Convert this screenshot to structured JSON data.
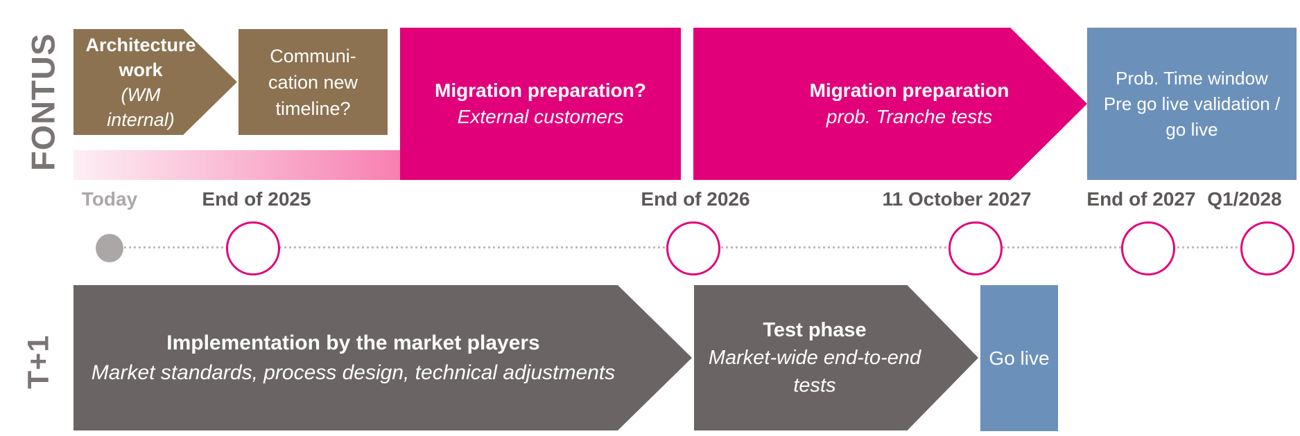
{
  "colors": {
    "magenta": "#E2007A",
    "brown": "#8C7250",
    "steel_blue": "#6B90BA",
    "gray_shape": "#6A6464",
    "lane_label_gray": "#7A7474",
    "milestone_label_gray": "#5C5858",
    "today_gray": "#ACA7A7",
    "gradient_start": "#FDEFF5",
    "gradient_end": "#F77FB1"
  },
  "lanes": {
    "top": "FONTUS",
    "bottom": "T+1"
  },
  "fontus_lane": {
    "architecture": {
      "title": "Architecture\nwork",
      "subtitle": "(WM\ninternal)"
    },
    "communication": {
      "text": "Communi-\ncation new\ntimeline?"
    },
    "migration_prep_1": {
      "title": "Migration preparation?",
      "subtitle": "External customers"
    },
    "migration_prep_2": {
      "title": "Migration preparation",
      "subtitle": "prob. Tranche tests"
    },
    "time_window": {
      "text": "Prob. Time window\nPre go live validation /\ngo live"
    }
  },
  "timeline": {
    "milestones": [
      {
        "label": "Today"
      },
      {
        "label": "End of 2025"
      },
      {
        "label": "End of 2026"
      },
      {
        "label": "11 October 2027"
      },
      {
        "label": "End of 2027"
      },
      {
        "label": "Q1/2028"
      }
    ]
  },
  "t1_lane": {
    "implementation": {
      "title": "Implementation by the market players",
      "subtitle": "Market standards, process design, technical adjustments"
    },
    "test_phase": {
      "title": "Test phase",
      "subtitle": "Market-wide end-to-end\ntests"
    },
    "go_live": {
      "text": "Go live"
    }
  }
}
